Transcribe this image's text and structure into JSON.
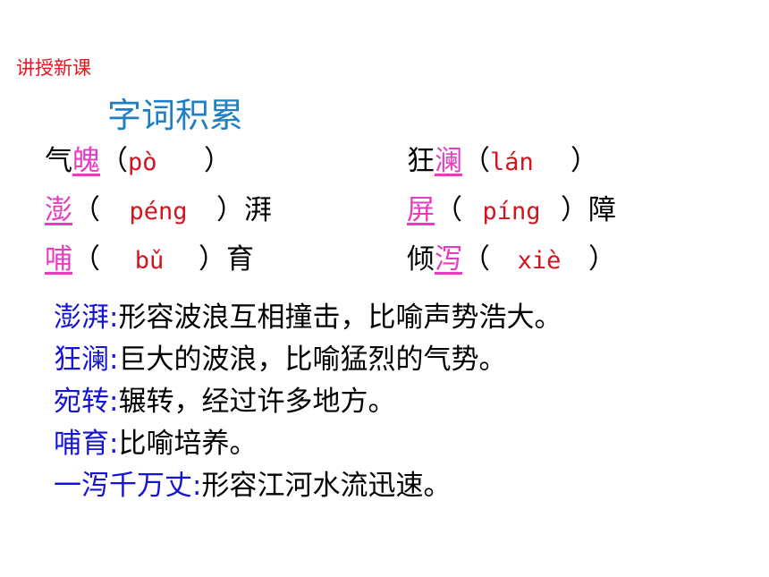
{
  "section_tag": "讲授新课",
  "heading": "字词积累",
  "vocab": [
    {
      "pre": "气",
      "char": "魄",
      "post": "",
      "open": "（",
      "pinyin": "pò",
      "close": "）",
      "after": ""
    },
    {
      "pre": "狂",
      "char": "澜",
      "post": "",
      "open": "（",
      "pinyin": "lán",
      "close": "）",
      "after": ""
    },
    {
      "pre": "",
      "char": "澎",
      "post": "",
      "open": "（",
      "pinyin": "péng",
      "close": "）",
      "after": "湃"
    },
    {
      "pre": "",
      "char": "屏",
      "post": "",
      "open": "（",
      "pinyin": "píng",
      "close": "）",
      "after": "障"
    },
    {
      "pre": "",
      "char": "哺",
      "post": "",
      "open": "（",
      "pinyin": "bǔ",
      "close": "）",
      "after": "育"
    },
    {
      "pre": "倾",
      "char": "泻",
      "post": "",
      "open": "（",
      "pinyin": "xiè",
      "close": "）",
      "after": ""
    }
  ],
  "definitions": [
    {
      "term": "澎湃",
      "sep": ":",
      "text": "形容波浪互相撞击，比喻声势浩大。"
    },
    {
      "term": "狂澜",
      "sep": ":",
      "text": "巨大的波浪，比喻猛烈的气势。"
    },
    {
      "term": "宛转",
      "sep": ":",
      "text": "辗转，经过许多地方。"
    },
    {
      "term": "哺育",
      "sep": ":",
      "text": "比喻培养。"
    },
    {
      "term": "一泻千万丈",
      "sep": ":",
      "text": "形容江河水流迅速。"
    }
  ],
  "colors": {
    "tag": "#e8141e",
    "heading": "#1f7fc4",
    "highlight": "#e63cc0",
    "pinyin": "#d2141e",
    "term": "#1414d2"
  }
}
